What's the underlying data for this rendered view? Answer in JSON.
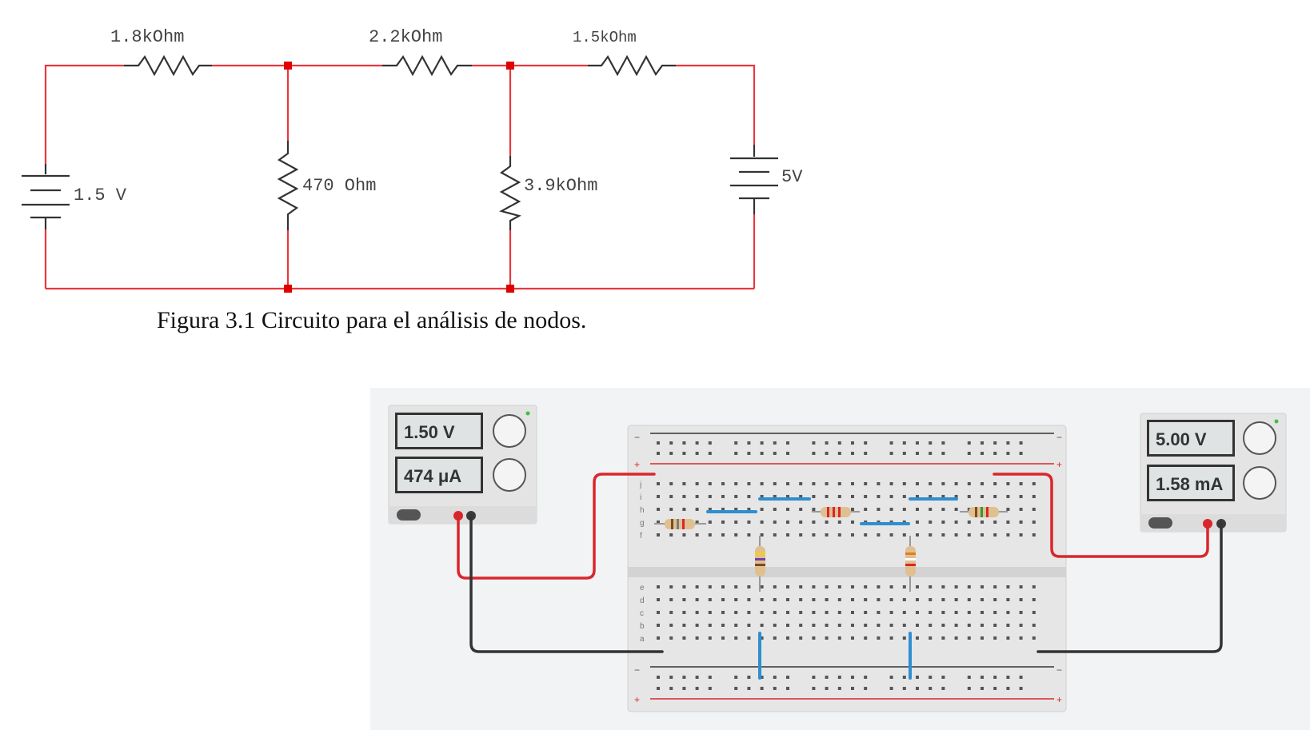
{
  "schematic": {
    "resistors": {
      "r1": "1.8kOhm",
      "r2": "2.2kOhm",
      "r3": "1.5kOhm",
      "r4": "470 Ohm",
      "r5": "3.9kOhm"
    },
    "sources": {
      "left": "1.5 V",
      "right": "5V"
    },
    "colors": {
      "wire": "#e8383d",
      "node": "#e00000",
      "component": "#333333"
    }
  },
  "caption": "Figura 3.1 Circuito para el análisis de nodos.",
  "simulator": {
    "left_supply": {
      "voltage": "1.50 V",
      "current": "474 μA"
    },
    "right_supply": {
      "voltage": "5.00 V",
      "current": "1.58 mA"
    },
    "breadboard": {
      "row_letters_top": [
        "j",
        "i",
        "h",
        "g",
        "f"
      ],
      "row_letters_bottom": [
        "e",
        "d",
        "c",
        "b",
        "a"
      ],
      "column_count": 30,
      "rail_signs": {
        "plus": "+",
        "minus": "−"
      }
    },
    "colors": {
      "background": "#f2f3f5",
      "red_lead": "#d9262c",
      "black_lead": "#333333",
      "jumper": "#2e8fd0"
    }
  }
}
